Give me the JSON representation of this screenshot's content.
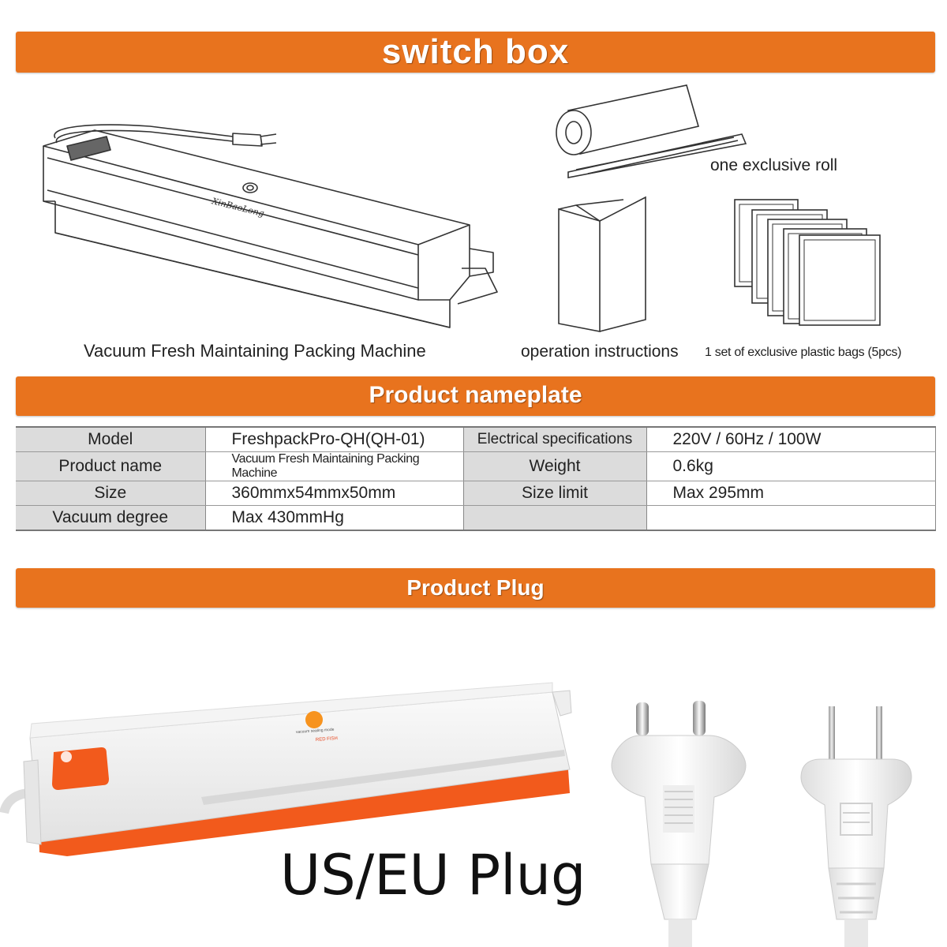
{
  "banners": {
    "switch_box": "switch box",
    "nameplate": "Product nameplate",
    "plug": "Product Plug"
  },
  "captions": {
    "machine": "Vacuum Fresh Maintaining Packing Machine",
    "roll": "one exclusive roll",
    "instructions": "operation instructions",
    "bags": "1 set of exclusive plastic bags (5pcs)",
    "machine_brand": "XinBaoLong",
    "product_red_label": "RED FISH"
  },
  "nameplate": {
    "rows": [
      {
        "label1": "Model",
        "value1": "FreshpackPro-QH(QH-01)",
        "label2": "Electrical specifications",
        "value2": "220V / 60Hz / 100W"
      },
      {
        "label1": "Product name",
        "value1": "Vacuum Fresh Maintaining Packing Machine",
        "label2": "Weight",
        "value2": "0.6kg"
      },
      {
        "label1": "Size",
        "value1": "360mmx54mmx50mm",
        "label2": "Size limit",
        "value2": "Max 295mm"
      },
      {
        "label1": "Vacuum degree",
        "value1": "Max 430mmHg",
        "label2": "",
        "value2": ""
      }
    ]
  },
  "plug_label": "US/EU Plug",
  "colors": {
    "accent": "#e8731e",
    "label_bg": "#dcdcdc",
    "text": "#222222"
  }
}
